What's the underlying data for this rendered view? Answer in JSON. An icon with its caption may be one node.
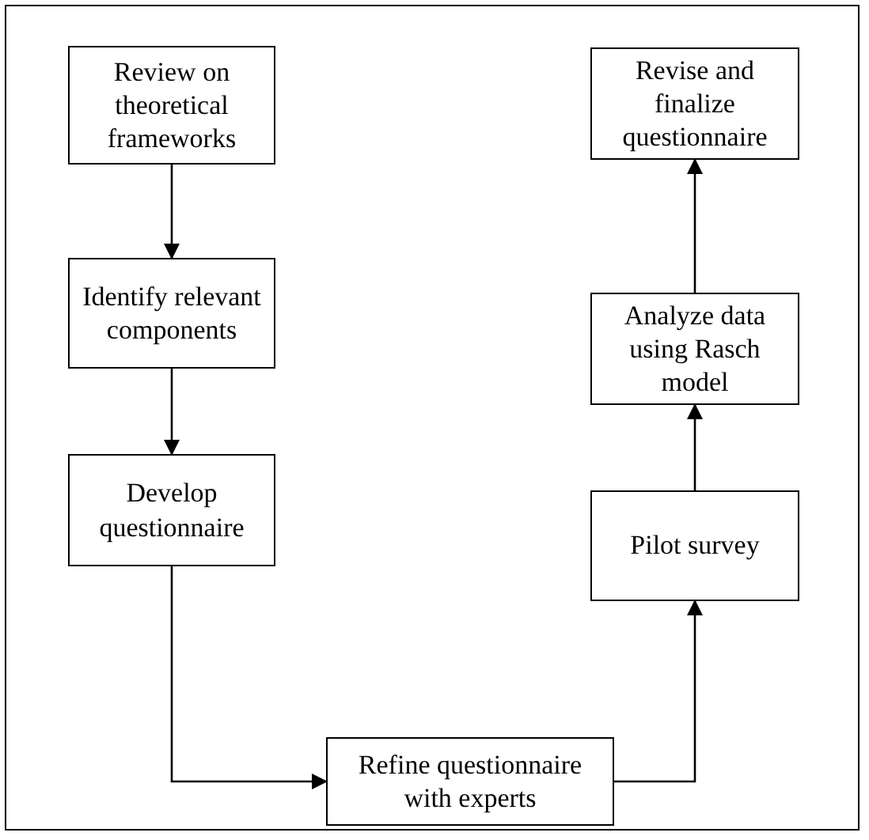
{
  "diagram": {
    "nodes": [
      {
        "text": [
          "Review on theoretical frameworks"
        ]
      },
      {
        "text": [
          "Identify relevant components"
        ]
      },
      {
        "text": [
          "Develop questionnaire"
        ]
      },
      {
        "text": [
          "Refine questionnaire with experts"
        ]
      },
      {
        "text": [
          "Pilot survey"
        ]
      },
      {
        "text": [
          "Analyze data using Rasch model"
        ]
      },
      {
        "text": [
          "Revise and finalize questionnaire"
        ]
      }
    ],
    "edges": [
      {
        "from": 0,
        "to": 1,
        "arrow": "to"
      },
      {
        "from": 1,
        "to": 2,
        "arrow": "to"
      },
      {
        "from": 2,
        "to": 3,
        "arrow": "to"
      },
      {
        "from": 3,
        "to": 4,
        "arrow": "to"
      },
      {
        "from": 4,
        "to": 5,
        "arrow": "to"
      },
      {
        "from": 5,
        "to": 6,
        "arrow": "to"
      }
    ]
  }
}
